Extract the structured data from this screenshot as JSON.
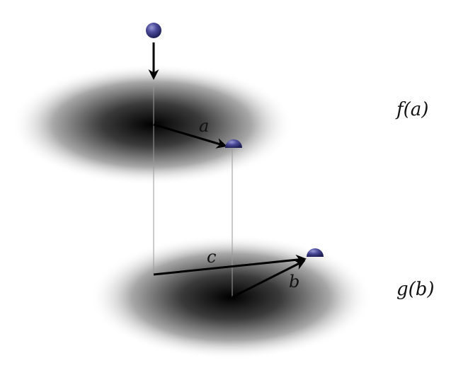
{
  "labels": {
    "arrow_a": "a",
    "arrow_b": "b",
    "arrow_c": "c",
    "plane_top": "f(a)",
    "plane_bottom": "g(b)"
  },
  "colors": {
    "ball": "#3b3b8a",
    "ball_highlight": "#9a9ad6",
    "arrow": "#000000",
    "guide_line": "#9a9a9a"
  }
}
